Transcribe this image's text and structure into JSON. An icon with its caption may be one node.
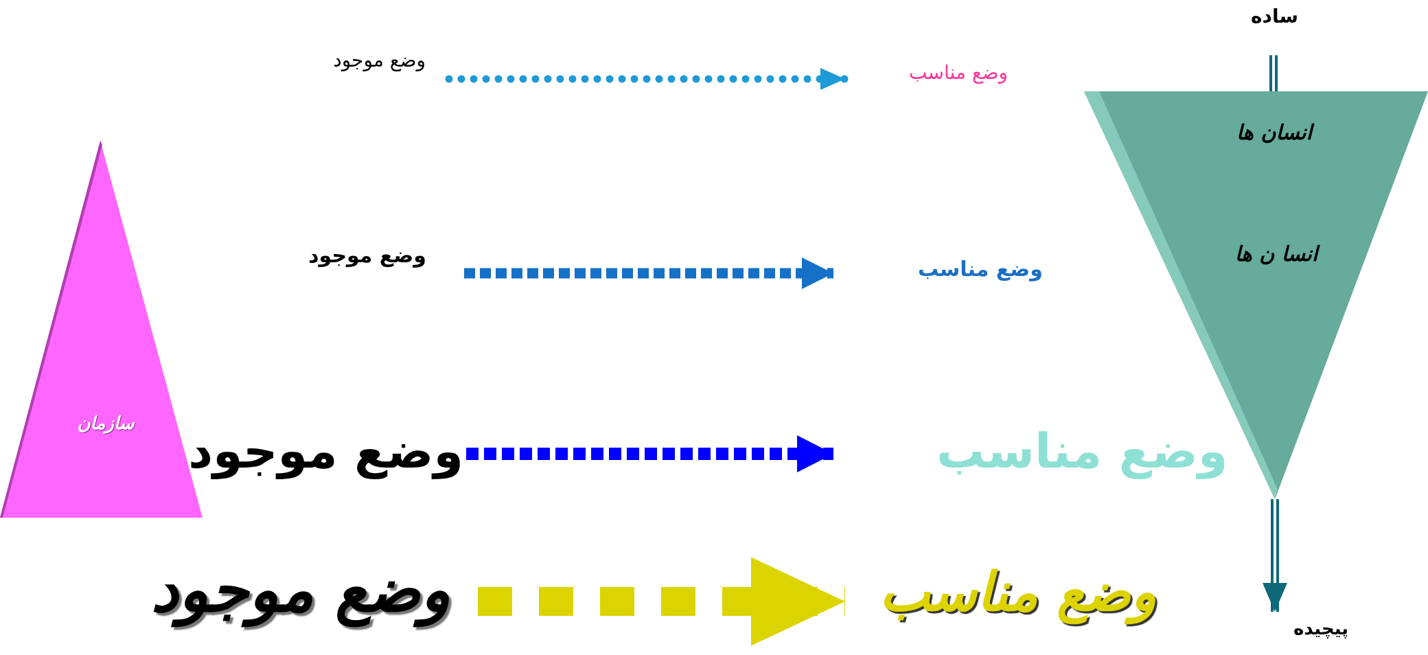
{
  "diagram": {
    "nodes": [
      {
        "text": [
          "ساده"
        ]
      },
      {
        "text": [
          "وضع موجود"
        ]
      },
      {
        "text": [
          "وضع مناسب"
        ]
      },
      {
        "text": [
          "انسان ها",
          "انسا ن ها"
        ]
      },
      {
        "text": [
          "سازمان"
        ]
      },
      {
        "text": [
          "وضع موجود"
        ]
      },
      {
        "text": [
          "وضع مناسب"
        ]
      },
      {
        "text": [
          "وضع موجود"
        ]
      },
      {
        "text": [
          "وضع مناسب"
        ]
      },
      {
        "text": [
          "وضع موجود"
        ]
      },
      {
        "text": [
          "وضع مناسب"
        ]
      },
      {
        "text": [
          "پیچیده"
        ]
      }
    ],
    "edges": [
      {
        "from": 1,
        "to": 2,
        "arrow": "to",
        "color": "#1e9bd7"
      },
      {
        "from": 5,
        "to": 6,
        "arrow": "to",
        "color": "#1570c8"
      },
      {
        "from": 7,
        "to": 8,
        "arrow": "to",
        "color": "#0000ff"
      },
      {
        "from": 9,
        "to": 10,
        "arrow": "to",
        "color": "#dcd400"
      },
      {
        "from": 0,
        "to": 3,
        "arrow": "none",
        "color": "#0e6878"
      },
      {
        "from": 3,
        "to": 11,
        "arrow": "to",
        "color": "#0e6878"
      }
    ]
  }
}
